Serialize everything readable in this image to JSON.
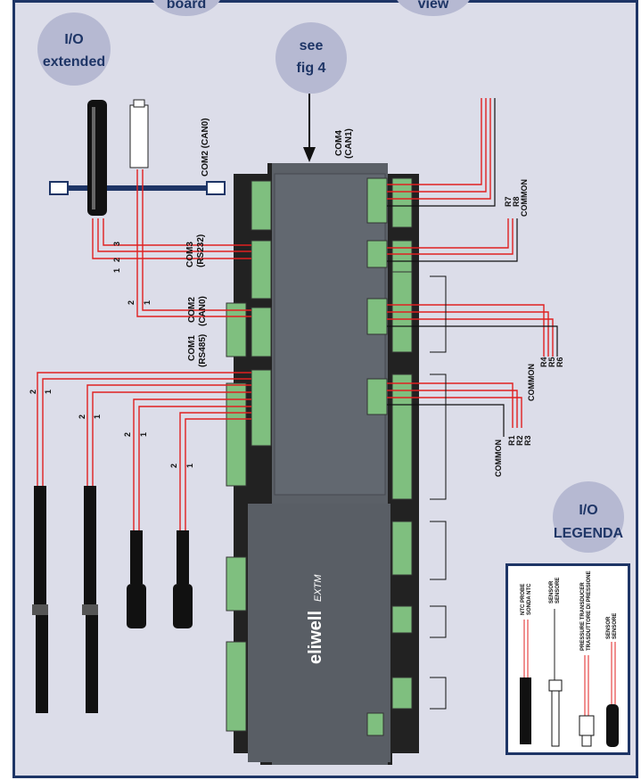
{
  "bubbles": {
    "board": "board",
    "view": "view",
    "io_extended_line1": "I/O",
    "io_extended_line2": "extended",
    "see_fig_line1": "see",
    "see_fig_line2": "fig 4",
    "io_legenda_line1": "I/O",
    "io_legenda_line2": "LEGENDA"
  },
  "ports": {
    "com4_line1": "COM4",
    "com4_line2": "(CAN1)",
    "com2_top": "COM2 (CAN0)",
    "com3_line1": "COM3",
    "com3_line2": "(RS232)",
    "com1_line1": "COM1",
    "com1_line2": "(RS485)",
    "com2_line1": "COM2",
    "com2_line2": "(CAN0)"
  },
  "wire_numbers": {
    "n1": "1",
    "n2": "2",
    "n3": "3"
  },
  "relay_labels": {
    "r7": "R7",
    "r8": "R8",
    "common_top": "COMMON",
    "r4": "R4",
    "r5": "R5",
    "r6": "R6",
    "common_mid": "COMMON",
    "common_bot": "COMMON",
    "r1": "R1",
    "r2": "R2",
    "r3": "R3"
  },
  "brand": {
    "logo": "eliwell",
    "model": "EXTM"
  },
  "legend": {
    "ntc_line1": "NTC PROBE",
    "ntc_line2": "SONDA NTC",
    "sensor1_line1": "SENSOR",
    "sensor1_line2": "SENSORE",
    "pressure_line1": "PRESSURE TRANSDUCER",
    "pressure_line2": "TRASDUTTORE DI PRESSIONE",
    "sensor2_line1": "SENSOR",
    "sensor2_line2": "SENSORE"
  },
  "colors": {
    "frame": "#1e3566",
    "bubble": "#b6b9d2",
    "wire_red": "#e02020",
    "terminal_green": "#7fbf7f",
    "controller": "#555b61"
  }
}
